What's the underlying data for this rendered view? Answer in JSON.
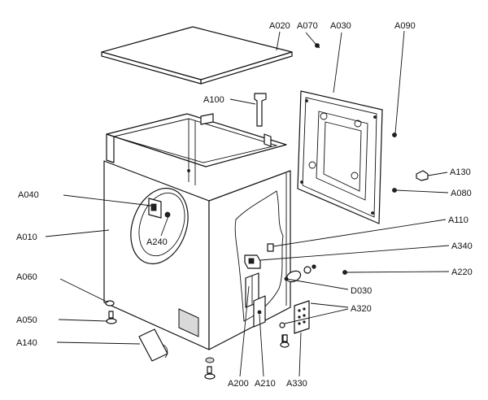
{
  "diagram": {
    "labels": {
      "A020": "A020",
      "A070": "A070",
      "A030": "A030",
      "A090": "A090",
      "A100": "A100",
      "A130": "A130",
      "A040": "A040",
      "A080": "A080",
      "A110": "A110",
      "A010": "A010",
      "A240": "A240",
      "A340": "A340",
      "A220": "A220",
      "A060": "A060",
      "D030": "D030",
      "A320": "A320",
      "A050": "A050",
      "A140": "A140",
      "A200": "A200",
      "A210": "A210",
      "A330": "A330"
    }
  }
}
